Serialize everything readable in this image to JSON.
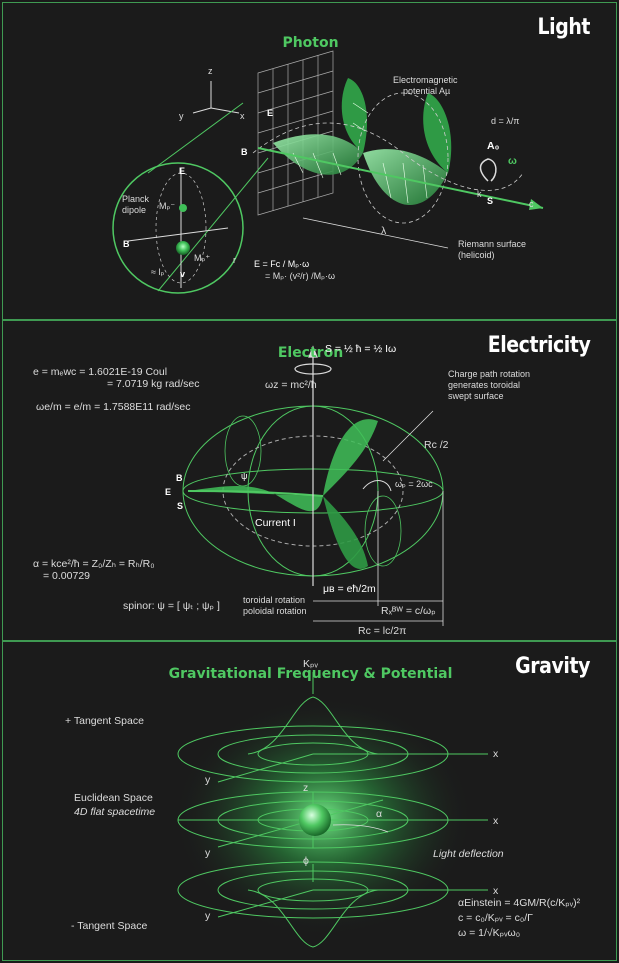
{
  "panels": {
    "light": {
      "heading": "Light",
      "subtitle": "Photon",
      "labels": {
        "axis_z": "z",
        "axis_y": "y",
        "axis_x": "x",
        "em_potential_1": "Electromagnetic",
        "em_potential_2": "potential  Aµ",
        "d_formula": "d = λ/π",
        "a0": "A₀",
        "omega": "ω",
        "k": "k",
        "s": "S",
        "c": "c",
        "e_field": "E",
        "b_field": "B",
        "lambda": "λ",
        "riemann_1": "Riemann surface",
        "riemann_2": "(helicoid)",
        "planck_1": "Planck",
        "planck_2": "dipole",
        "m_minus": "Mₚ⁻",
        "m_plus": "Mₚ⁺",
        "r": "r",
        "e_small": "E",
        "b_small": "B",
        "v": "v",
        "lp": "≈ lₚ",
        "formula1": "E = Fᴄ / Mₚ·ω",
        "formula2": "= Mₚ· (v²/r) /Mₚ·ω"
      }
    },
    "electricity": {
      "heading": "Electricity",
      "subtitle": "Electron",
      "labels": {
        "spin": "S = ½ ħ = ½ Iω",
        "e_formula_1": "e = mₑwᴄ = 1.6021E-19 Coul",
        "e_formula_2": "= 7.0719 kg rad/sec",
        "omega_em": "ωe/m = e/m = 1.7588E11 rad/sec",
        "omega_z": "ωz = mc²/ħ",
        "charge_1": "Charge path rotation",
        "charge_2": "generates toroidal",
        "charge_3": "swept surface",
        "rc2": "Rᴄ /2",
        "omega_p": "ωₚ = 2ωᴄ",
        "psi": "ψ",
        "current": "Current  I",
        "b": "B",
        "e": "E",
        "s": "S",
        "alpha_1": "α = kᴄe²/ħ = Z₀/Zₕ = Rₕ/R₀",
        "alpha_2": "= 0.00729",
        "mu": "μʙ = eħ/2m",
        "rzbw": "Rₓᴮᵂ =  c/ωₚ",
        "rc": "Rᴄ = lᴄ/2π",
        "spinor": "spinor:  ψ = [ ψₜ ; ψₚ ]",
        "toroidal": "toroidal rotation",
        "poloidal": "poloidal rotation"
      }
    },
    "gravity": {
      "heading": "Gravity",
      "subtitle": "Gravitational Frequency & Potential",
      "labels": {
        "tangent_plus": "+ Tangent Space",
        "kpv": "Kₚᵥ",
        "euclid_1": "Euclidean Space",
        "euclid_2": "4D flat spacetime",
        "tangent_minus": "- Tangent Space",
        "x": "x",
        "y": "y",
        "z": "z",
        "phi": "ϕ",
        "alpha": "α",
        "light_deflection": "Light deflection",
        "eq1": "αEinstein = 4GM/R(c/Kₚᵥ)²",
        "eq2": "c = c₀/Kₚᵥ = c₀/Γ",
        "eq3": "ω = 1/√Kₚᵥω₀"
      }
    }
  },
  "colors": {
    "background": "#1b1b1b",
    "border": "#3f9a52",
    "accent_green": "#4fc862",
    "line_green": "#3fbf58",
    "text": "#dcdcdc"
  }
}
